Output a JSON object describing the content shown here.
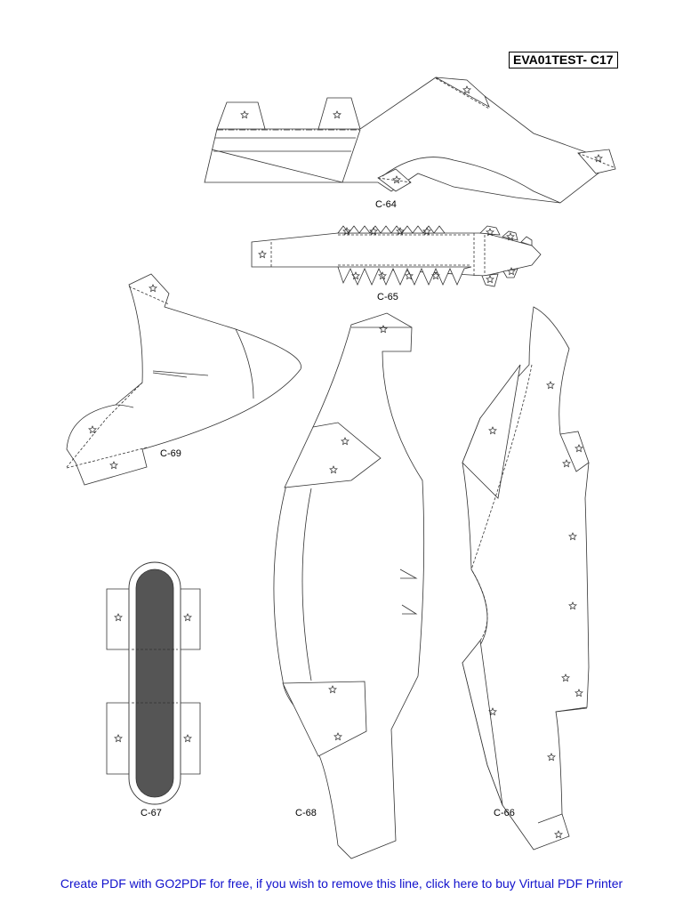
{
  "header": {
    "sheet_id": "EVA01TEST- C17"
  },
  "parts": [
    {
      "label": "C-64"
    },
    {
      "label": "C-65"
    },
    {
      "label": "C-69"
    },
    {
      "label": "C-67"
    },
    {
      "label": "C-68"
    },
    {
      "label": "C-66"
    }
  ],
  "footer": {
    "banner_text": "Create PDF with GO2PDF for free, if you wish to remove this line, click here to buy Virtual PDF Printer"
  },
  "colors": {
    "outline": "#333333",
    "fill_dark": "#555555",
    "link": "#1010cc"
  }
}
